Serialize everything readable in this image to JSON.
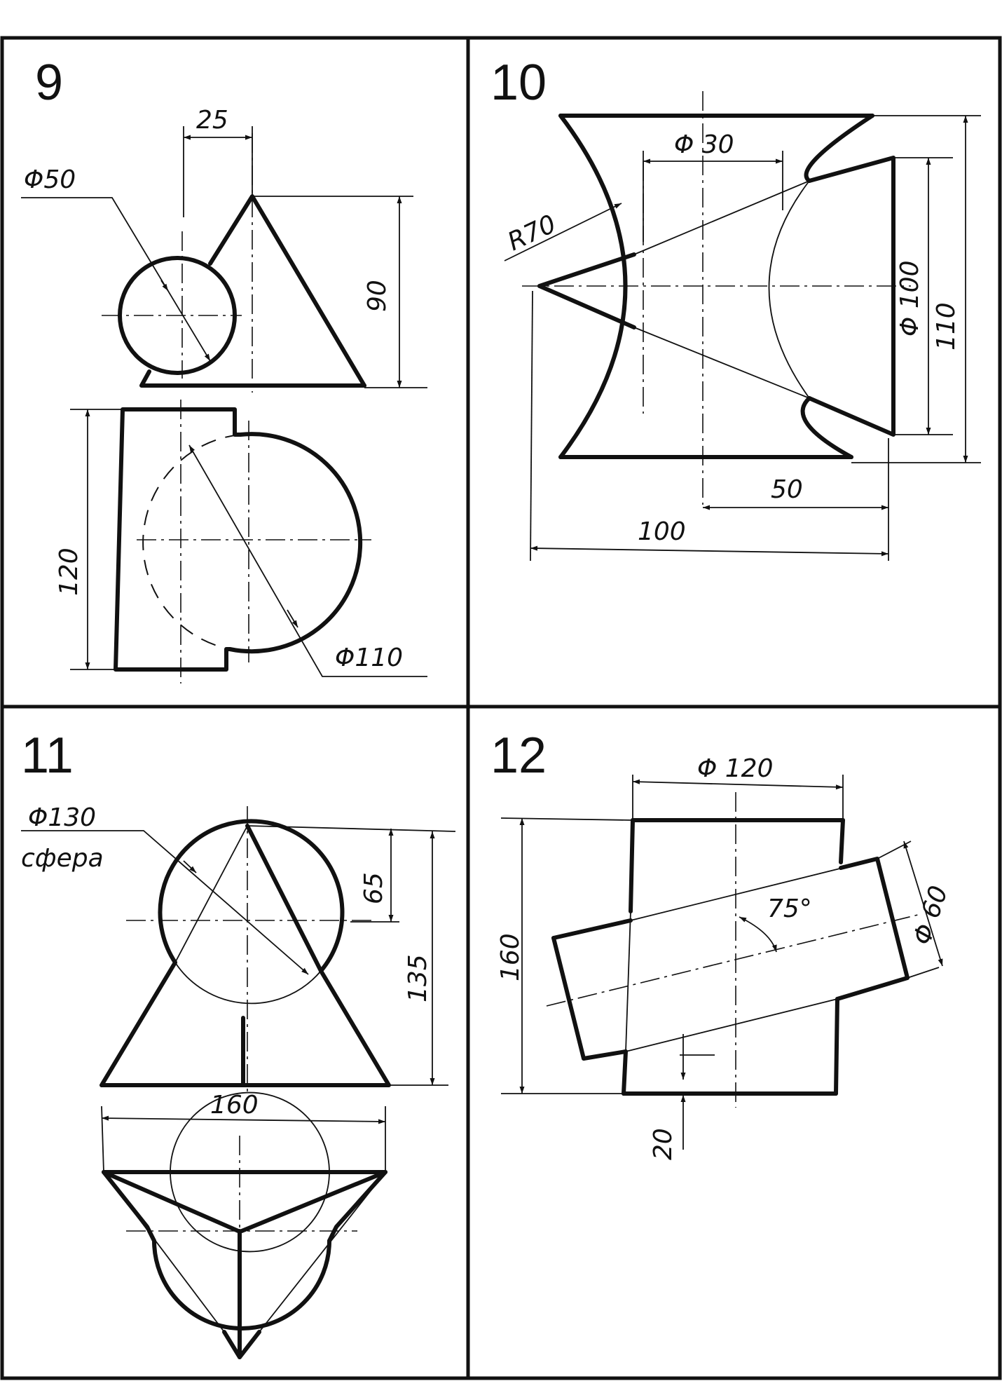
{
  "problems": [
    {
      "number": "9",
      "dims": {
        "d1": "25",
        "d2": "Φ50",
        "d3": "90",
        "d4": "120",
        "d5": "Φ110"
      }
    },
    {
      "number": "10",
      "dims": {
        "d1": "Φ 30",
        "d2": "R70",
        "d3": "Φ 100",
        "d4": "110",
        "d5": "50",
        "d6": "100"
      }
    },
    {
      "number": "11",
      "dims": {
        "d1": "Φ130",
        "d2": "сфера",
        "d3": "65",
        "d4": "135",
        "d5": "160"
      }
    },
    {
      "number": "12",
      "dims": {
        "d1": "Φ 120",
        "d2": "160",
        "d3": "75°",
        "d4": "Φ 60",
        "d5": "20"
      }
    }
  ]
}
